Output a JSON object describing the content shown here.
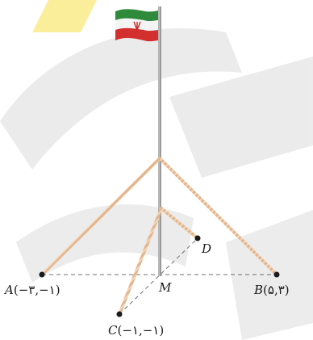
{
  "watermark": {
    "color": "#dcdcdc",
    "accent": "#f6e14b"
  },
  "flag": {
    "colors": {
      "green": "#2f8a3c",
      "white": "#f4f4f4",
      "red": "#d32f2f",
      "emblem": "#c62828"
    }
  },
  "colors": {
    "pole": "#9a9a9a",
    "rope": "#e3b58c",
    "rope_stripe": "#f3d7bb",
    "dashed": "#707070",
    "point": "#1a1a1a"
  },
  "points": {
    "A": {
      "name": "A",
      "coords": "(−۳,−۱)"
    },
    "B": {
      "name": "B",
      "coords": "(۵,۳)"
    },
    "C": {
      "name": "C",
      "coords": "(−۱,−۱)"
    },
    "D": {
      "name": "D",
      "coords": ""
    },
    "M": {
      "name": "M",
      "coords": ""
    }
  }
}
